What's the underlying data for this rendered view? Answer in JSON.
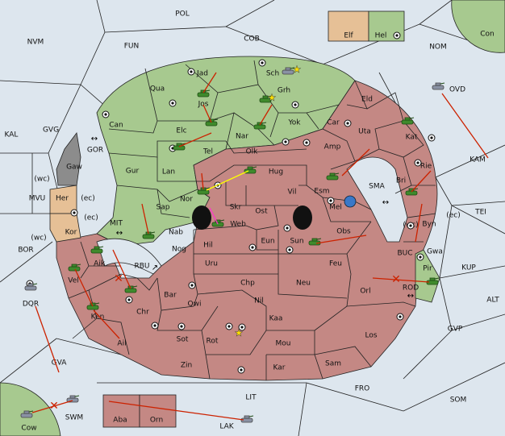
{
  "map": {
    "colors": {
      "sea": "#dde6ee",
      "player_green": "#a7c98f",
      "player_red": "#c48884",
      "player_tan": "#e6c096",
      "neutral_grey": "#8c8c8c",
      "move_arrow": "#cc2200",
      "support_arrow": "#ffff00",
      "convoy_arrow": "#ff33cc"
    },
    "legend": {
      "elf": "Elf",
      "hel": "Hel"
    },
    "sea_labels": {
      "pol": "POL",
      "nvm": "NVM",
      "fun": "FUN",
      "cob": "COB",
      "nom": "NOM",
      "con": "Con",
      "kal": "KAL",
      "gvg": "GVG",
      "gor": "GOR",
      "mvu": "MVU",
      "wc1": "(wc)",
      "ec1": "(ec)",
      "ec2": "(ec)",
      "wc2": "(wc)",
      "bor": "BOR",
      "mit": "MIT",
      "rbu": "RBU",
      "dqr": "DQR",
      "gva": "GVA",
      "cow": "Cow",
      "swm": "SWM",
      "lit": "LIT",
      "lak": "LAK",
      "fro": "FRO",
      "som": "SOM",
      "gvp": "GVP",
      "alt": "ALT",
      "kup": "KUP",
      "tei": "TEI",
      "kam": "KAM",
      "ovd": "OVD",
      "sma": "SMA",
      "buc": "BUC",
      "rod": "ROD",
      "wc3": "(wc)",
      "ec3": "(ec)"
    },
    "provinces": {
      "jad": "Jad",
      "qua": "Qua",
      "sch": "Sch",
      "grh": "Grh",
      "jos": "Jos",
      "can": "Can",
      "elc": "Elc",
      "nar": "Nar",
      "yok": "Yok",
      "car": "Car",
      "eld": "Eld",
      "tel": "Tel",
      "olk": "Olk",
      "uta": "Uta",
      "kat": "Kat",
      "amp": "Amp",
      "gur": "Gur",
      "lan": "Lan",
      "hug": "Hug",
      "gaw": "Gaw",
      "her": "Her",
      "esm": "Esm",
      "rie": "Rie",
      "bri": "Bri",
      "vil": "Vil",
      "sap": "Sap",
      "nor": "Nor",
      "skr": "Skr",
      "ost": "Ost",
      "mel": "Mel",
      "web": "Web",
      "kor": "Kor",
      "nab": "Nab",
      "eun": "Eun",
      "sun": "Sun",
      "obs": "Obs",
      "byn": "Byn",
      "gwa": "Gwa",
      "hil": "Hil",
      "nog": "Nog",
      "aik": "Aik",
      "pir": "Pir",
      "uru": "Uru",
      "feu": "Feu",
      "vel": "Vel",
      "chp": "Chp",
      "neu": "Neu",
      "orl": "Orl",
      "bar": "Bar",
      "qwi": "Qwi",
      "nil": "Nil",
      "ken": "Ken",
      "chr": "Chr",
      "kaa": "Kaa",
      "ail": "Ail",
      "sot": "Sot",
      "rot": "Rot",
      "mou": "Mou",
      "los": "Los",
      "zin": "Zin",
      "sam": "Sam",
      "kar": "Kar",
      "aba": "Aba",
      "orn": "Orn"
    }
  }
}
